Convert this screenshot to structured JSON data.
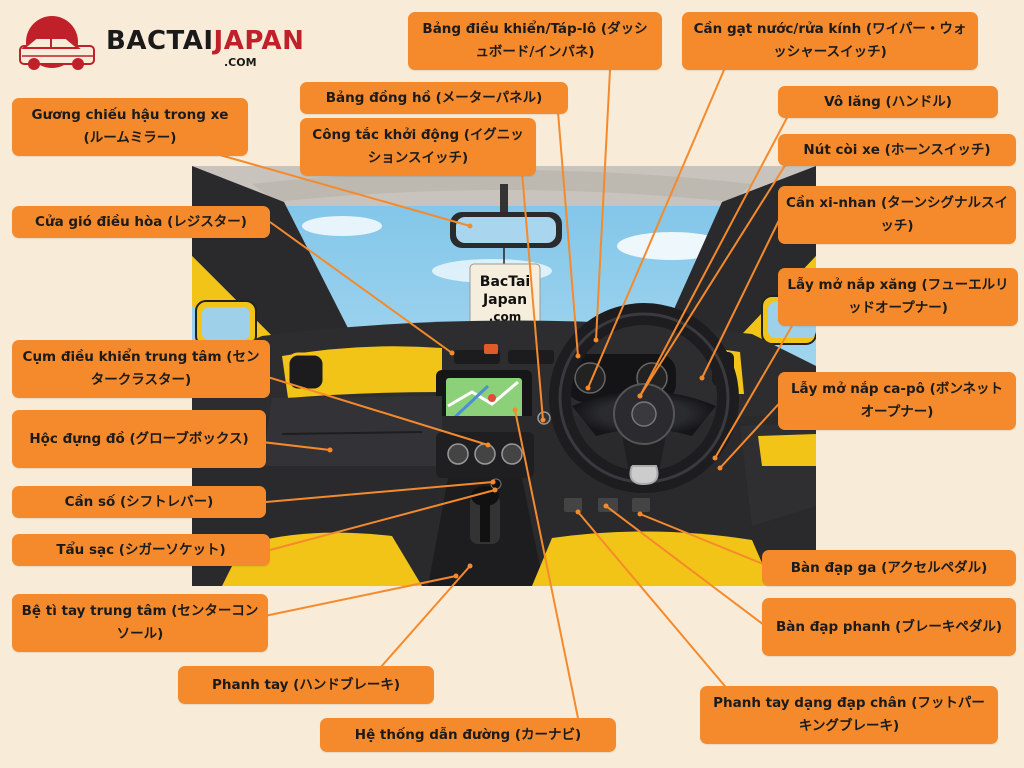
{
  "brand": {
    "name_part1": "BACTAI",
    "name_part2": "JAPAN",
    "domain": ".COM",
    "red": "#c0202a"
  },
  "tag": {
    "line1": "BacTai",
    "line2": "Japan",
    "line3": ".com"
  },
  "colors": {
    "label_bg": "#f58a2c",
    "leader_line": "#f58a2c",
    "page_bg": "#f8ebd7",
    "interior_yellow": "#f2c417",
    "interior_dark": "#2b2b2e"
  },
  "labels": [
    {
      "id": "rearview-mirror",
      "text": "Gương chiếu hậu trong xe (ルームミラー)"
    },
    {
      "id": "air-vent",
      "text": "Cửa gió điều hòa (レジスター)"
    },
    {
      "id": "center-cluster",
      "text": "Cụm điều khiển trung tâm (センタークラスター)"
    },
    {
      "id": "glove-box",
      "text": "Hộc đựng đồ (グローブボックス)"
    },
    {
      "id": "shift-lever",
      "text": "Cần số (シフトレバー)"
    },
    {
      "id": "cigar-socket",
      "text": "Tẩu sạc (シガーソケット)"
    },
    {
      "id": "center-console",
      "text": "Bệ tì tay trung tâm (センターコンソール)"
    },
    {
      "id": "hand-brake",
      "text": "Phanh tay (ハンドブレーキ)"
    },
    {
      "id": "navigation",
      "text": "Hệ thống dẫn đường (カーナビ)"
    },
    {
      "id": "meter-panel",
      "text": "Bảng đồng hồ (メーターパネル)"
    },
    {
      "id": "ignition-switch",
      "text": "Công tắc khởi động (イグニッションスイッチ)"
    },
    {
      "id": "dashboard",
      "text": "Bảng điều khiển/Táp-lô (ダッシュボード/インパネ)"
    },
    {
      "id": "wiper-switch",
      "text": "Cần gạt nước/rửa kính (ワイパー・ウォッシャースイッチ)"
    },
    {
      "id": "steering-wheel",
      "text": "Vô lăng (ハンドル)"
    },
    {
      "id": "horn-switch",
      "text": "Nút còi xe (ホーンスイッチ)"
    },
    {
      "id": "turn-signal",
      "text": "Cần xi-nhan (ターンシグナルスイッチ)"
    },
    {
      "id": "fuel-lid-opener",
      "text": "Lẫy mở nắp xăng (フューエルリッドオープナー)"
    },
    {
      "id": "bonnet-opener",
      "text": "Lẫy mở nắp ca-pô (ボンネットオープナー)"
    },
    {
      "id": "accelerator",
      "text": "Bàn đạp ga (アクセルペダル)"
    },
    {
      "id": "brake-pedal",
      "text": "Bàn đạp phanh (ブレーキペダル)"
    },
    {
      "id": "foot-parking-brake",
      "text": "Phanh tay dạng đạp chân (フットパーキングブレーキ)"
    }
  ]
}
